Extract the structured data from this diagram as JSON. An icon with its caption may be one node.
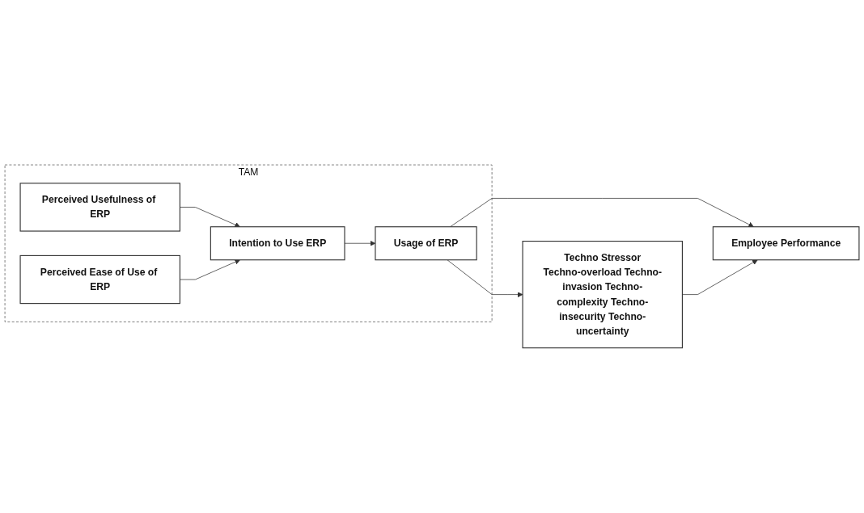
{
  "diagram": {
    "nodes": [
      {
        "text": [
          "TAM"
        ]
      },
      {
        "text": [
          "Perceived Usefulness of ERP"
        ],
        "in": 0
      },
      {
        "text": [
          "Perceived Ease of Use of ERP"
        ],
        "in": 0
      },
      {
        "text": [
          "Intention to Use ERP"
        ],
        "in": 0
      },
      {
        "text": [
          "Usage of ERP"
        ],
        "in": 0
      },
      {
        "text": [
          "Employee Performance"
        ]
      },
      {
        "text": [
          "Techno Stressor",
          "Techno-overload Techno-invasion Techno-complexity Techno-insecurity Techno-uncertainty"
        ]
      }
    ],
    "edges": [
      {
        "from": 1,
        "to": 3,
        "arrow": "to"
      },
      {
        "from": 2,
        "to": 3,
        "arrow": "to"
      },
      {
        "from": 3,
        "to": 4,
        "arrow": "to"
      },
      {
        "from": 4,
        "to": 5,
        "arrow": "to"
      },
      {
        "from": 4,
        "to": 6,
        "arrow": "to"
      },
      {
        "from": 6,
        "to": 5,
        "arrow": "to"
      }
    ]
  }
}
